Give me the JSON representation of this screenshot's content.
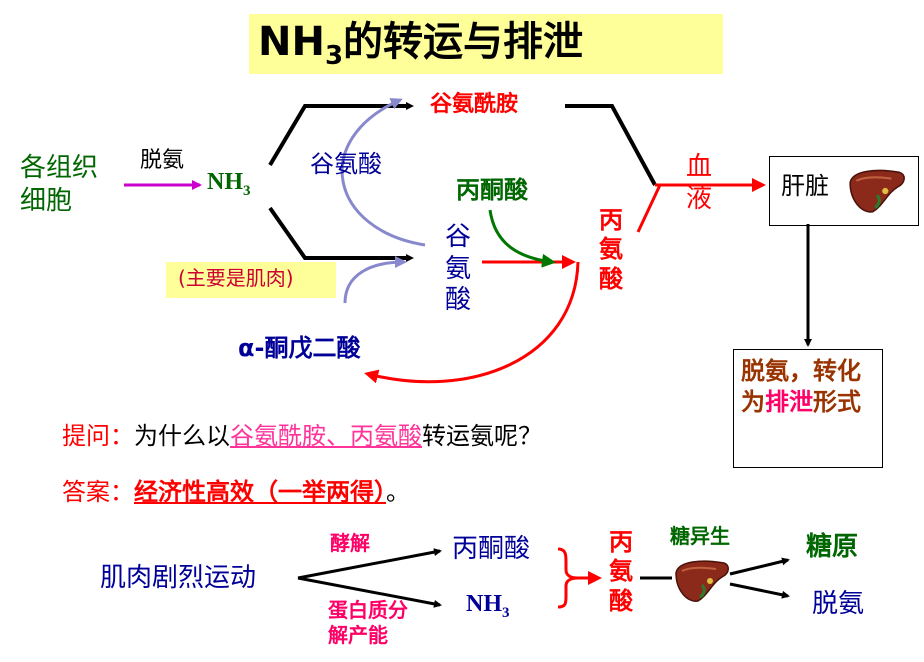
{
  "title": {
    "main": "NH",
    "sub": "3",
    "rest": "的转运与排泄"
  },
  "transport": {
    "source_line1": "各组织",
    "source_line2": "细胞",
    "deamination": "脱氨",
    "nh3_main": "NH",
    "nh3_sub": "3",
    "main_note": "(主要是肌肉)",
    "glutamine": "谷氨酰胺",
    "glutamate_top": "谷氨酸",
    "pyruvate": "丙酮酸",
    "glutamate_vertical": "谷氨酸",
    "alanine_vertical": "丙氨酸",
    "alpha_ketoglutarate": "α-酮戊二酸",
    "blood_vertical": "血液",
    "liver": "肝脏",
    "liver_note_part1": "脱氨，转化为",
    "liver_note_highlight": "排泄",
    "liver_note_part2": "形式"
  },
  "qa": {
    "question_label": "提问：",
    "question_pre": "为什么以",
    "question_highlight": "谷氨酰胺、丙氨酸",
    "question_post": "转运氨呢？",
    "answer_label": "答案：",
    "answer_text": "经济性高效（一举两得）",
    "answer_end": "。"
  },
  "muscle": {
    "source": "肌肉剧烈运动",
    "glycolysis": "酵解",
    "protein_line1": "蛋白质分",
    "protein_line2": "解产能",
    "pyruvate": "丙酮酸",
    "nh3_main": "NH",
    "nh3_sub": "3",
    "alanine_vertical": "丙氨酸",
    "gluconeogenesis": "糖异生",
    "glycogen": "糖原",
    "deamination": "脱氨"
  },
  "colors": {
    "green": "#006600",
    "blue": "#000099",
    "red": "#ff0000",
    "magenta": "#ff0066",
    "purple_arrow": "#cc00cc",
    "highlight_bg": "#ffff99",
    "lavender": "#8888cc",
    "dark_green_arrow": "#007700"
  },
  "icons": {
    "liver": "liver-organ-icon"
  }
}
